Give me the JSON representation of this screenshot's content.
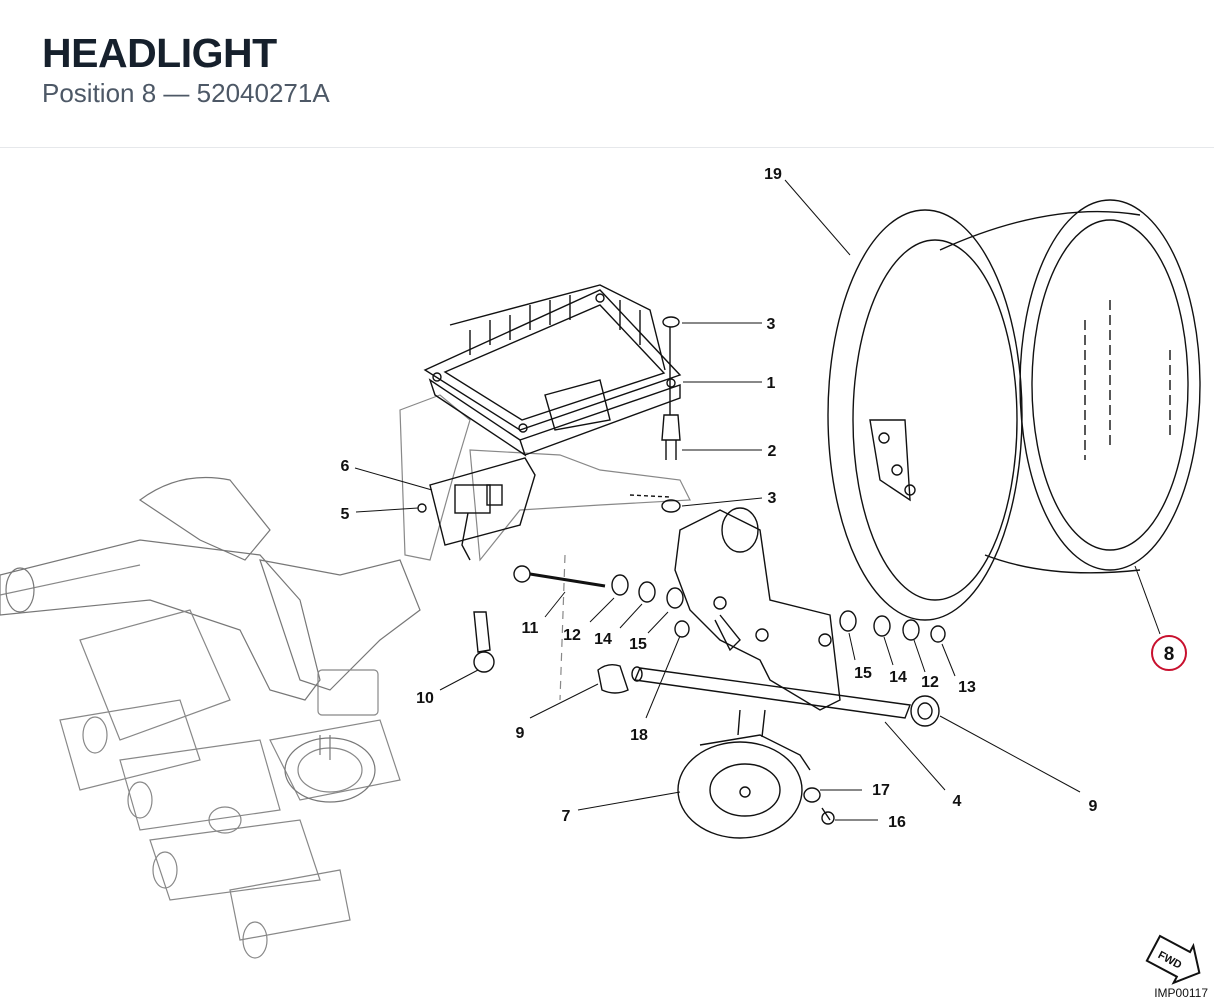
{
  "header": {
    "title": "HEADLIGHT",
    "subtitle_position": "Position 8",
    "subtitle_separator": "—",
    "subtitle_part_number": "52040271A"
  },
  "diagram": {
    "callouts": [
      "1",
      "2",
      "3",
      "3",
      "4",
      "5",
      "6",
      "7",
      "8",
      "9",
      "9",
      "10",
      "11",
      "12",
      "12",
      "13",
      "14",
      "14",
      "15",
      "15",
      "16",
      "17",
      "18",
      "19"
    ],
    "highlighted_callout": "8",
    "highlight_color": "#c8102e",
    "line_color": "#111111",
    "fwd_label": "FWD",
    "image_ref": "IMP00117"
  }
}
